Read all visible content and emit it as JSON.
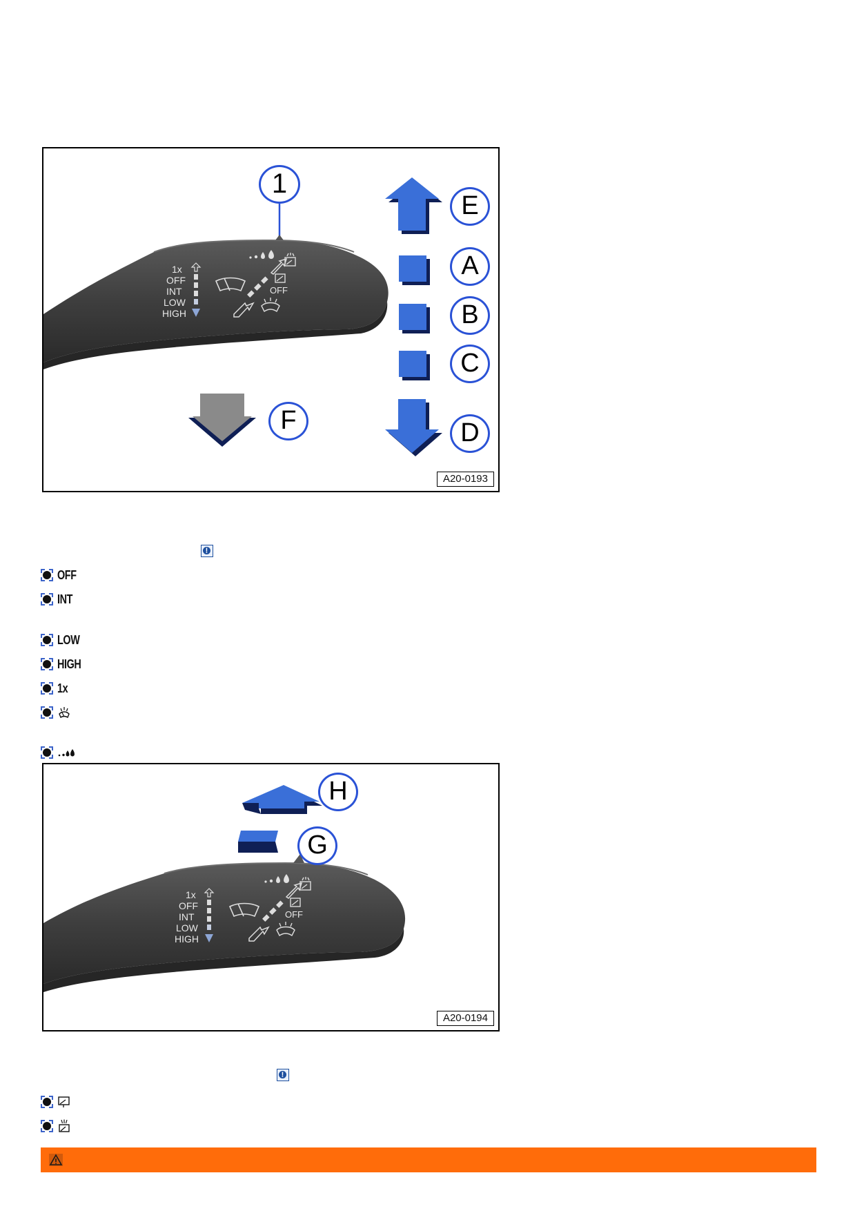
{
  "figure1": {
    "code": "A20-0193",
    "callouts": {
      "one": "1",
      "e": "E",
      "a": "A",
      "b": "B",
      "c": "C",
      "d": "D",
      "f": "F"
    },
    "lever_labels": [
      "1x",
      "OFF",
      "INT",
      "LOW",
      "HIGH"
    ],
    "washer_off_label": "OFF"
  },
  "figure2": {
    "code": "A20-0194",
    "callouts": {
      "h": "H",
      "g": "G"
    },
    "lever_labels": [
      "1x",
      "OFF",
      "INT",
      "LOW",
      "HIGH"
    ],
    "washer_off_label": "OFF"
  },
  "info_icon": {
    "glyph": "!"
  },
  "list1": {
    "off": "OFF",
    "int": "INT",
    "low": "LOW",
    "high": "HIGH",
    "one_x": "1x"
  },
  "icons": {
    "wash_wipe": "windscreen-wash-icon",
    "rain_sensor": "rain-sensor-drops-icon",
    "rear_wiper": "rear-wiper-icon",
    "rear_wash": "rear-wash-icon",
    "warning": "warning-triangle-icon"
  },
  "colors": {
    "arrow_blue": "#3a6fd8",
    "callout_border": "#2a52d6",
    "warning_bar": "#ff6c0a",
    "lever": "#3d3d3d"
  }
}
